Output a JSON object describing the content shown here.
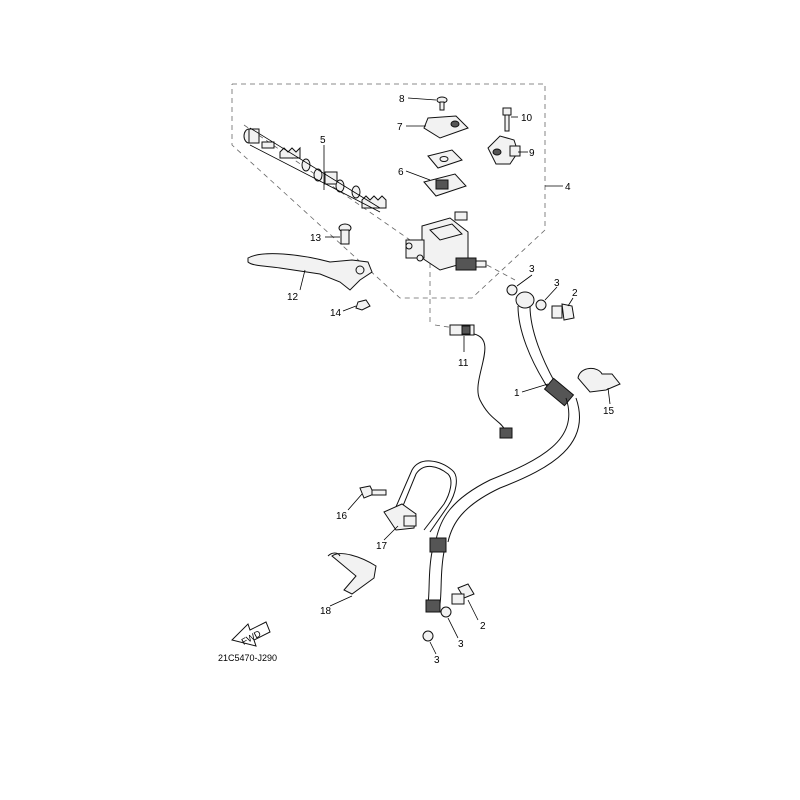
{
  "callouts": {
    "c1": "1",
    "c2a": "2",
    "c2b": "2",
    "c3a": "3",
    "c3b": "3",
    "c3c": "3",
    "c3d": "3",
    "c4": "4",
    "c5": "5",
    "c6": "6",
    "c7": "7",
    "c8": "8",
    "c9": "9",
    "c10": "10",
    "c11": "11",
    "c12": "12",
    "c13": "13",
    "c14": "14",
    "c15": "15",
    "c16": "16",
    "c17": "17",
    "c18": "18"
  },
  "fwd_label": "FWD",
  "diagram_code": "21C5470-J290"
}
